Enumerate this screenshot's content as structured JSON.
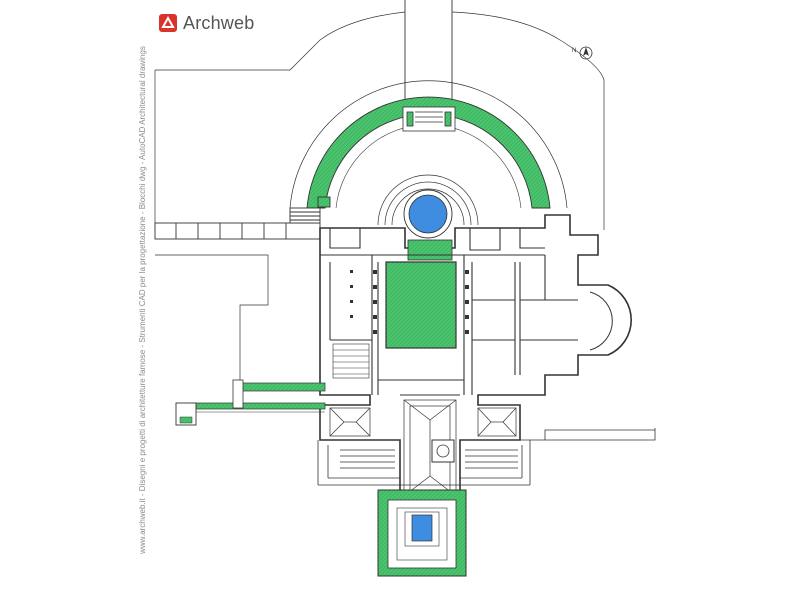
{
  "brand": {
    "name": "Archweb",
    "logo_icon": "archweb-logo-icon",
    "logo_color": "#d9342b"
  },
  "caption": "www.archweb.it - Disegni e progetti di architetture famose - Strumenti CAD per la progettazione - Blocchi dwg - AutoCAD Architectural drawings",
  "north_label": "N",
  "colors": {
    "garden_green": "#49c46d",
    "pool_blue": "#3f8de0",
    "line": "#333333",
    "wall": "#4a4a4a",
    "paper": "#ffffff"
  }
}
